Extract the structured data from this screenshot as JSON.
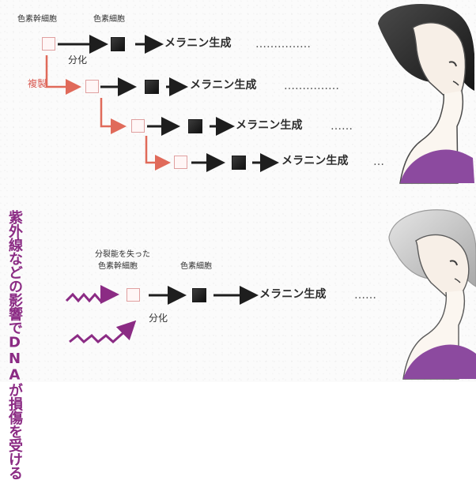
{
  "labels": {
    "stem_cell": "色素幹細胞",
    "pigment_cell": "色素細胞",
    "differentiation": "分化",
    "replication": "複製",
    "melanin_generation": "メラニン生成",
    "lost_division_line1": "分裂能を失った",
    "lost_division_line2": "色素幹細胞",
    "uv_dna_damage": "紫外線などの影響でDNAが損傷を受ける"
  },
  "dots": {
    "d1": "……………",
    "d2": "……………",
    "d3": "……",
    "d4": "…",
    "d5": "……"
  },
  "colors": {
    "arrow_black": "#1e1e1e",
    "arrow_red": "#e06a5a",
    "cell_empty_border": "#e0a0a0",
    "cell_filled": "#1b1b1b",
    "hair_dark": "#2a2a2a",
    "hair_gray": "#c4c4c4",
    "shirt_purple": "#8c4a9f",
    "damage_purple": "#8b2b84"
  },
  "icons": {
    "woman_dark_hair": "woman-dark-hair-icon",
    "woman_gray_hair": "woman-gray-hair-icon",
    "uv_wave": "uv-wave-icon"
  }
}
